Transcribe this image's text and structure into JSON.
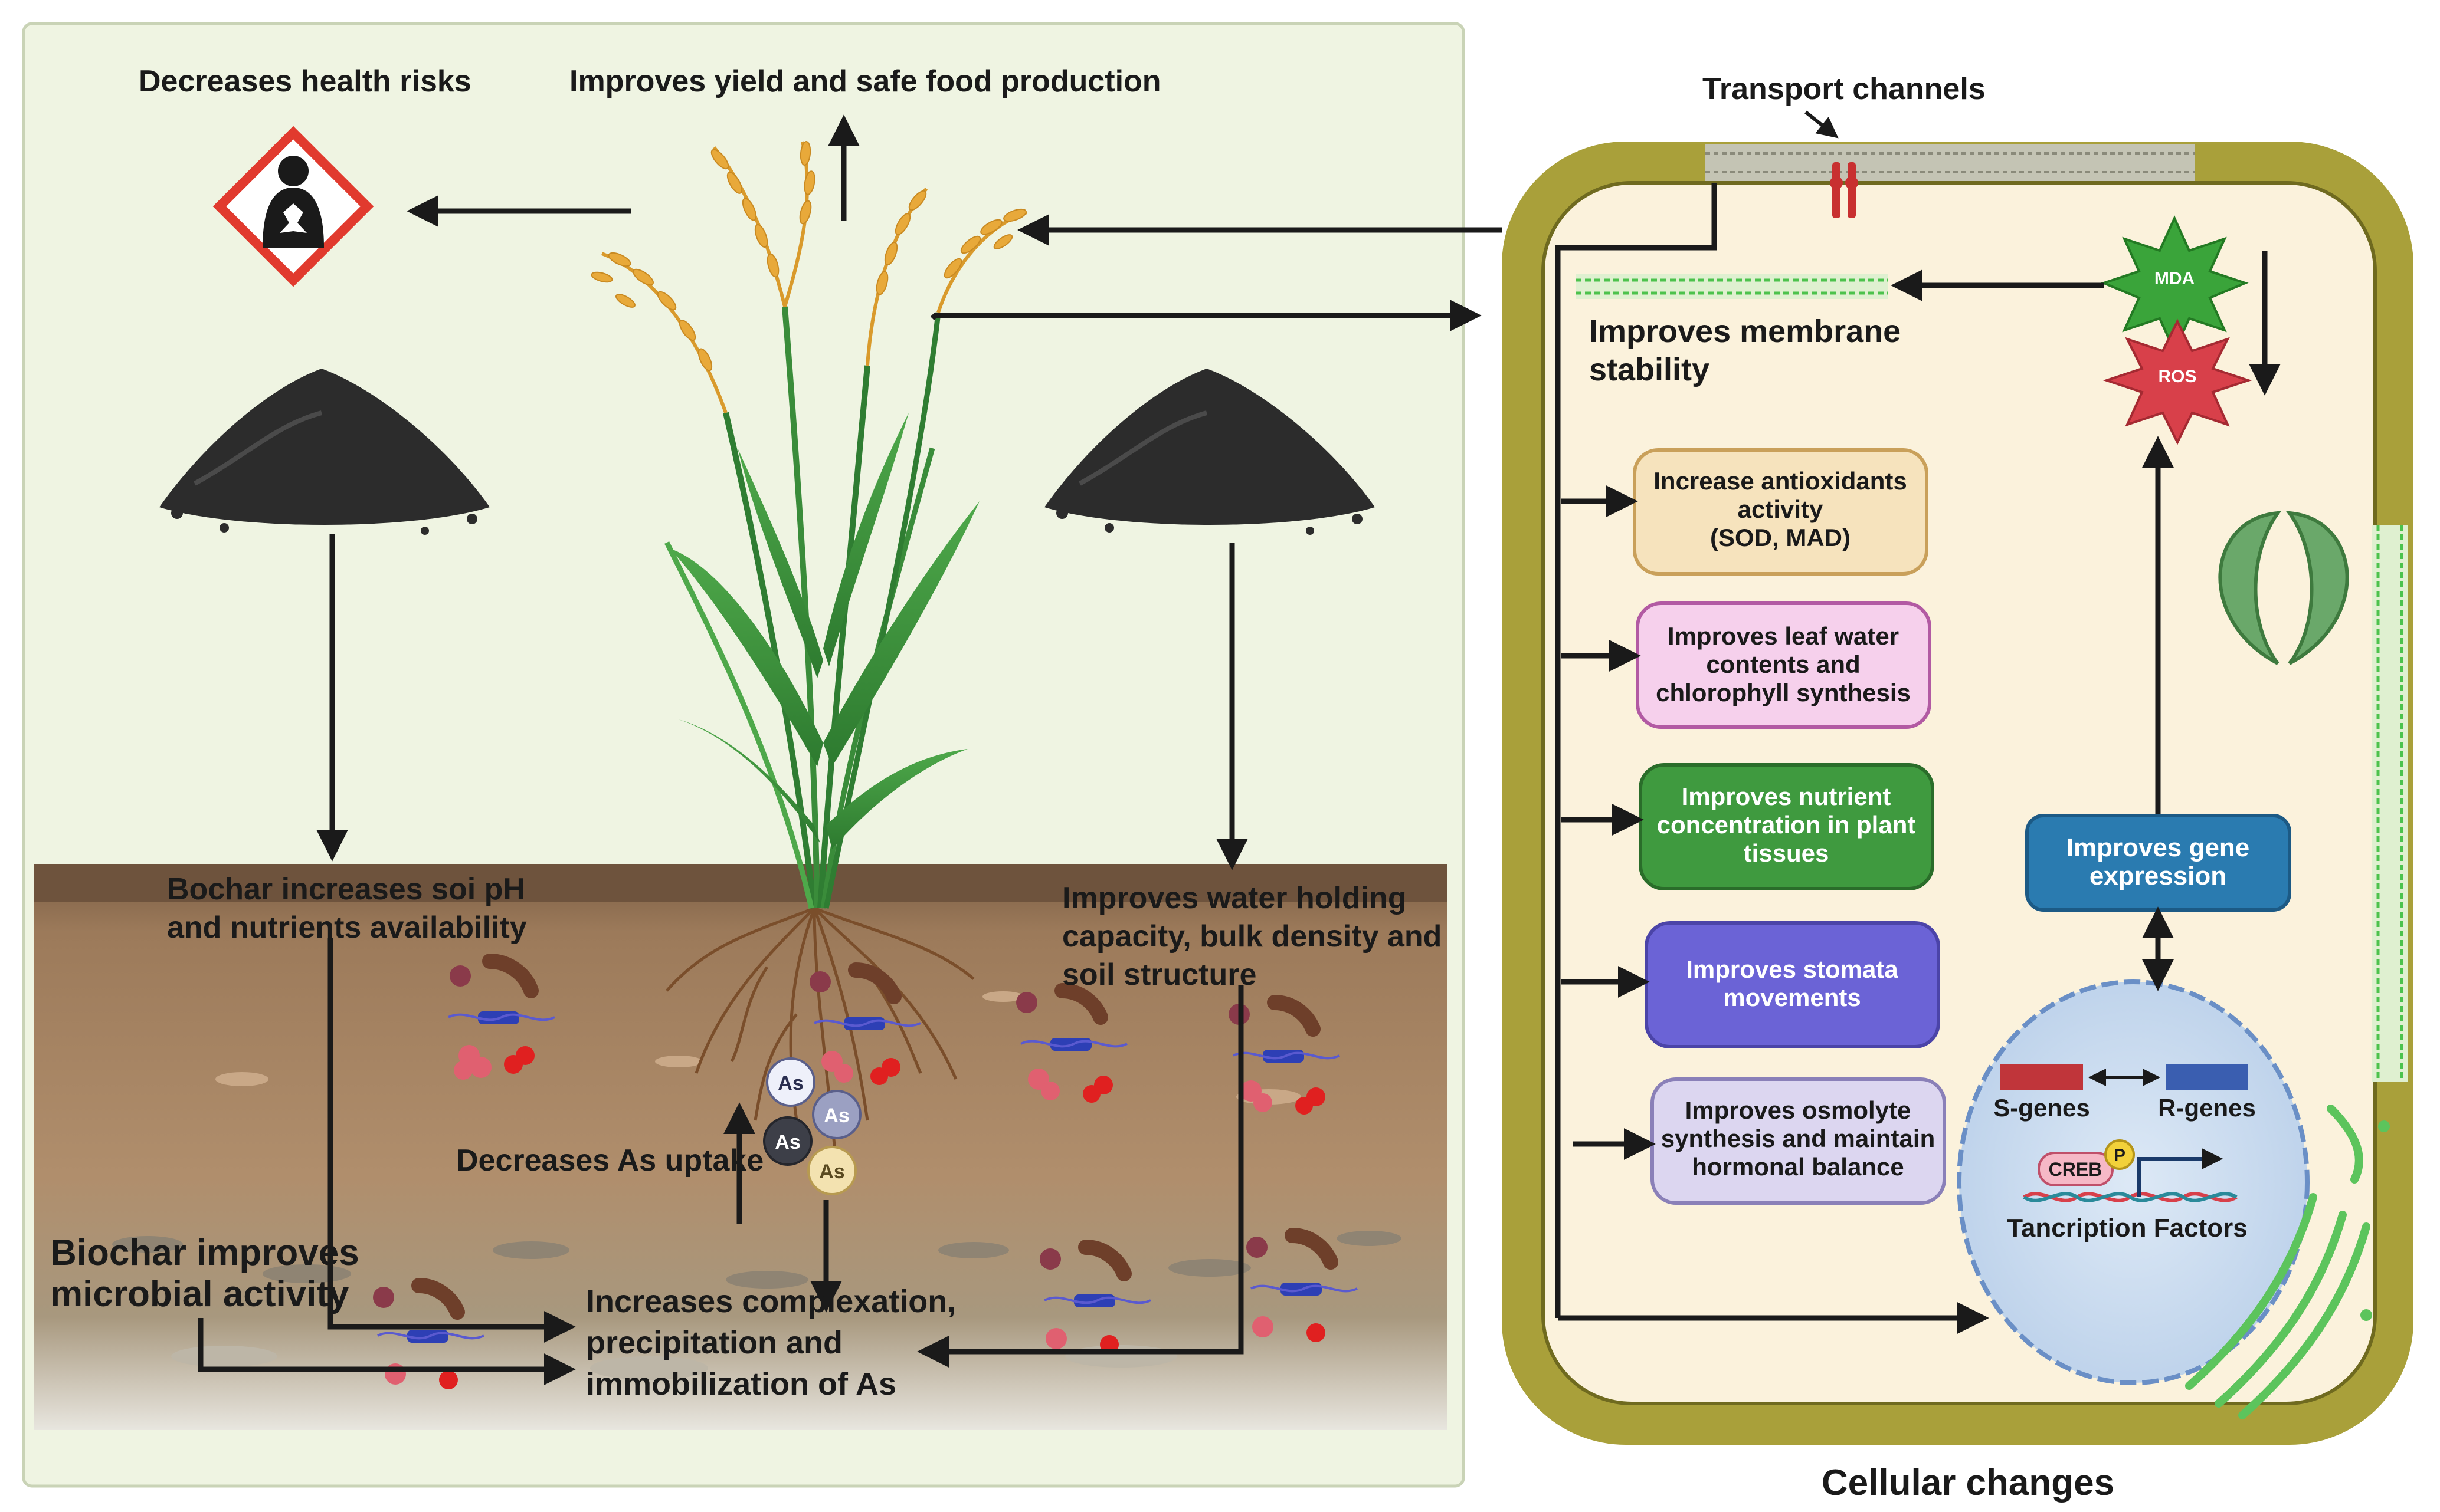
{
  "left_panel": {
    "health_risks": "Decreases health risks",
    "yield": "Improves yield and safe food production",
    "soil_ph": [
      "Bochar increases soi pH",
      "and nutrients availability"
    ],
    "water_holding": [
      "Improves water holding",
      "capacity, bulk density and",
      "soil structure"
    ],
    "as_uptake": "Decreases As uptake",
    "microbial": [
      "Biochar improves",
      "microbial activity"
    ],
    "complexation": [
      "Increases complexation,",
      "precipitation and",
      "immobilization of As"
    ],
    "as_symbol": "As"
  },
  "right_panel": {
    "transport": "Transport channels",
    "membrane": [
      "Improves membrane",
      "stability"
    ],
    "mda": "MDA",
    "ros": "ROS",
    "boxes": [
      {
        "lines": [
          "Increase  antioxidants",
          "activity",
          "(SOD, MAD)"
        ],
        "fill": "#f6e3bd",
        "stroke": "#c9a05a",
        "text_color": "#1a1a1a"
      },
      {
        "lines": [
          "Improves leaf water",
          "contents and",
          "chlorophyll synthesis"
        ],
        "fill": "#f6d0ec",
        "stroke": "#b25aa3",
        "text_color": "#1a1a1a"
      },
      {
        "lines": [
          "Improves nutrient",
          "concentration in plant",
          "tissues"
        ],
        "fill": "#3f9a3f",
        "stroke": "#2a6d2a",
        "text_color": "#ffffff"
      },
      {
        "lines": [
          "Improves stomata",
          "movements"
        ],
        "fill": "#6b63d6",
        "stroke": "#4b44a8",
        "text_color": "#ffffff"
      },
      {
        "lines": [
          "Improves osmolyte",
          "synthesis and maintain",
          "hormonal balance"
        ],
        "fill": "#dcd6f0",
        "stroke": "#8a80b8",
        "text_color": "#1a1a1a"
      }
    ],
    "gene_expression": [
      "Improves gene",
      "expression"
    ],
    "s_genes": "S-genes",
    "r_genes": "R-genes",
    "creb": "CREB",
    "p": "P",
    "tf": "Tancription Factors",
    "caption": "Cellular changes"
  },
  "colors": {
    "panel_bg": "#eff4e2",
    "cell_wall": "#a9a03a",
    "cytoplasm": "#fbf2dc",
    "nucleus": "#cfe0f3",
    "gene_box": "#2a7bb0",
    "s_gene": "#c0353a",
    "r_gene": "#3a5eb0",
    "mda": "#3aa43a",
    "ros": "#d8404a"
  }
}
